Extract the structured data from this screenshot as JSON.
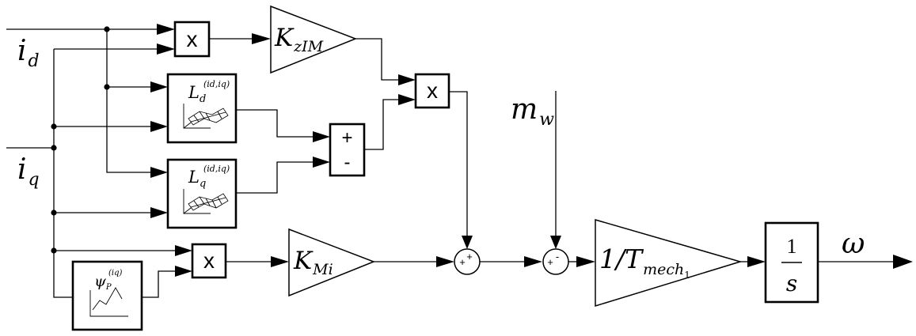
{
  "inputs": {
    "id_main": "i",
    "id_sub": "d",
    "iq_main": "i",
    "iq_sub": "q",
    "mw_main": "m",
    "mw_sub": "w"
  },
  "output": {
    "omega": "ω"
  },
  "multipliers": {
    "symbol": "x"
  },
  "gains": {
    "kzim_main": "K",
    "kzim_sub": "zIM",
    "kmi_main": "K",
    "kmi_sub": "Mi",
    "tmech_main": "1/T",
    "tmech_sub": "mech",
    "tmech_subsub": "1"
  },
  "lookups": {
    "ld_main": "L",
    "ld_sub": "d",
    "ld_sup": "(id,iq)",
    "lq_main": "L",
    "lq_sub": "q",
    "lq_sup": "(id,iq)",
    "psi_main": "ψ",
    "psi_sub": "P",
    "psi_sup": "(iq)"
  },
  "diff_block": {
    "plus": "+",
    "minus": "-"
  },
  "summers": {
    "s1_a": "+",
    "s1_b": "+",
    "s2_a": "+",
    "s2_b": "-"
  },
  "integrator": {
    "numerator": "1",
    "denominator": "s"
  }
}
